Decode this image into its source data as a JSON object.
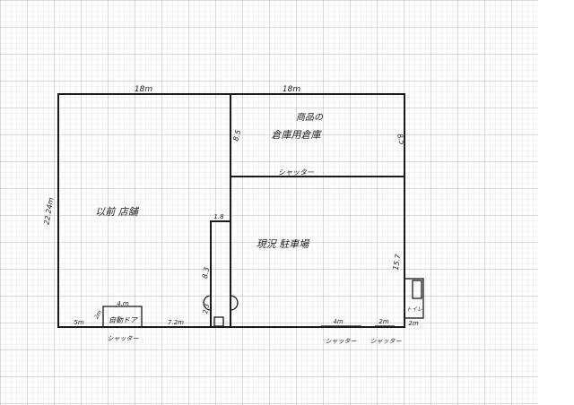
{
  "plan": {
    "top_left_width": "18m",
    "top_right_width": "18m",
    "warehouse_label_line1": "商品の",
    "warehouse_label_line2": "倉庫用倉庫",
    "warehouse_depth_left": "8.5",
    "warehouse_depth_right": "8.5",
    "warehouse_shutter": "シャッター",
    "former_store_label": "以前 店舗",
    "left_depth": "22.24m",
    "corridor_width": "1.8",
    "corridor_length": "8.3",
    "corridor_door_length": "2.3",
    "parking_label": "現況 駐車場",
    "parking_depth": "15.7",
    "auto_door_width": "4.m",
    "auto_door_depth": "2m",
    "auto_door_label": "自動ドア",
    "left_gap": "5m",
    "middle_gap": "7.2m",
    "auto_door_shutter": "シャッター",
    "shutter_a_width": "4m",
    "shutter_a_label": "シャッター",
    "shutter_b_width": "2m",
    "shutter_b_label": "シャッター",
    "toilet_label": "トイレ",
    "toilet_width": "2m"
  },
  "colors": {
    "grid_minor": "#d4d4d4",
    "grid_major": "#a8a8a8",
    "ink": "#1a1a1a"
  }
}
